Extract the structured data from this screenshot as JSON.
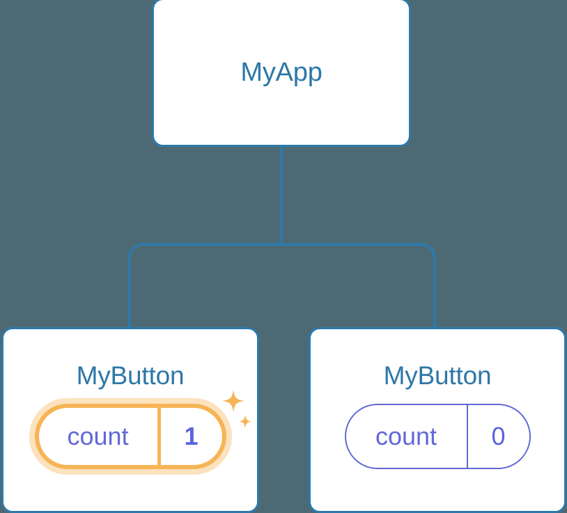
{
  "diagram": {
    "type": "component-tree",
    "background_color": "#4d6a74",
    "accent_blue": "#2e79ab",
    "accent_purple": "#6168d6",
    "accent_amber": "#f6b455",
    "accent_amber_glow": "#fbdfaf"
  },
  "root": {
    "title": "MyApp"
  },
  "children": [
    {
      "title": "MyButton",
      "state": {
        "key": "count",
        "value": "1"
      },
      "highlighted": true,
      "sparkles": [
        "sparkle-large",
        "sparkle-small"
      ]
    },
    {
      "title": "MyButton",
      "state": {
        "key": "count",
        "value": "0"
      },
      "highlighted": false,
      "sparkles": []
    }
  ],
  "edges": [
    {
      "from": "MyApp",
      "to": "MyButton-left"
    },
    {
      "from": "MyApp",
      "to": "MyButton-right"
    }
  ]
}
